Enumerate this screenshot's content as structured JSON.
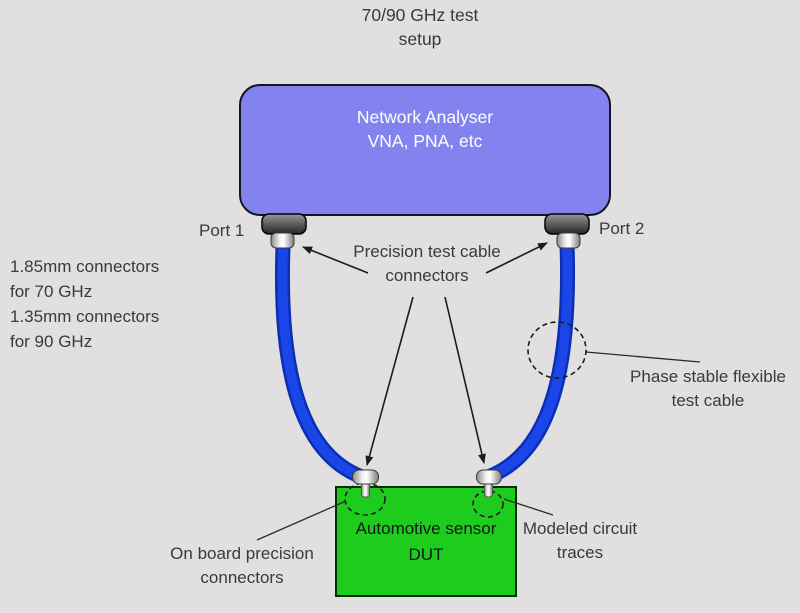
{
  "title": "70/90 GHz test\nsetup",
  "analyser": {
    "label": "Network Analyser\nVNA, PNA, etc"
  },
  "ports": {
    "port1_label": "Port 1",
    "port2_label": "Port 2"
  },
  "dut": {
    "label": "Automotive sensor\nDUT"
  },
  "annotations": {
    "connector_sizes": "1.85mm connectors\nfor 70 GHz\n1.35mm connectors\nfor 90 GHz",
    "precision_connectors": "Precision test cable\nconnectors",
    "phase_cable": "Phase stable flexible\ntest cable",
    "onboard_connectors": "On board precision\nconnectors",
    "modeled_traces": "Modeled circuit\ntraces"
  },
  "colors": {
    "background": "#e1dfdf",
    "analyser_fill": "#8383f0",
    "dut_fill": "#1ecc1e",
    "cable": "#1a46e8",
    "cable_edge": "#0b2fb4",
    "text": "#3a3a3a"
  }
}
